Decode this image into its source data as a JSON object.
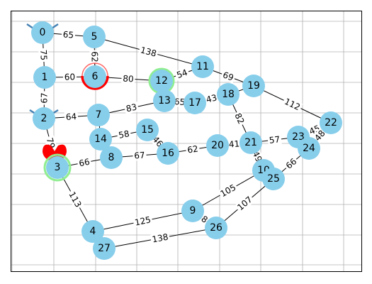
{
  "colors": {
    "node": "#87ceeb",
    "edge": "#000000",
    "grid": "#b0b0b0",
    "start_marker": "#ff0000",
    "goal_marker": "#90ee90",
    "agent_marker": "#4682b4"
  },
  "graph": {
    "nodes": [
      {
        "id": "0",
        "label": "0"
      },
      {
        "id": "1",
        "label": "1"
      },
      {
        "id": "2",
        "label": "2"
      },
      {
        "id": "3",
        "label": "3"
      },
      {
        "id": "4",
        "label": "4"
      },
      {
        "id": "5",
        "label": "5"
      },
      {
        "id": "6",
        "label": "6"
      },
      {
        "id": "7",
        "label": "7"
      },
      {
        "id": "8",
        "label": "8"
      },
      {
        "id": "9",
        "label": "9"
      },
      {
        "id": "10",
        "label": "10"
      },
      {
        "id": "11",
        "label": "11"
      },
      {
        "id": "12",
        "label": "12"
      },
      {
        "id": "13",
        "label": "13"
      },
      {
        "id": "14",
        "label": "14"
      },
      {
        "id": "15",
        "label": "15"
      },
      {
        "id": "16",
        "label": "16"
      },
      {
        "id": "17",
        "label": "17"
      },
      {
        "id": "18",
        "label": "18"
      },
      {
        "id": "19",
        "label": "19"
      },
      {
        "id": "20",
        "label": "20"
      },
      {
        "id": "21",
        "label": "21"
      },
      {
        "id": "22",
        "label": "22"
      },
      {
        "id": "23",
        "label": "23"
      },
      {
        "id": "24",
        "label": "24"
      },
      {
        "id": "25",
        "label": "25"
      },
      {
        "id": "26",
        "label": "26"
      },
      {
        "id": "27",
        "label": "27"
      }
    ],
    "edges": [
      {
        "from": "0",
        "to": "5",
        "weight": "65"
      },
      {
        "from": "0",
        "to": "1",
        "weight": "75"
      },
      {
        "from": "5",
        "to": "6",
        "weight": "62"
      },
      {
        "from": "5",
        "to": "11",
        "weight": "138"
      },
      {
        "from": "1",
        "to": "6",
        "weight": "60"
      },
      {
        "from": "1",
        "to": "2",
        "weight": "67"
      },
      {
        "from": "6",
        "to": "12",
        "weight": "80"
      },
      {
        "from": "12",
        "to": "11",
        "weight": "54"
      },
      {
        "from": "11",
        "to": "19",
        "weight": "69"
      },
      {
        "from": "18",
        "to": "19",
        "weight": ""
      },
      {
        "from": "19",
        "to": "22",
        "weight": "112"
      },
      {
        "from": "2",
        "to": "7",
        "weight": "64"
      },
      {
        "from": "7",
        "to": "13",
        "weight": "83"
      },
      {
        "from": "13",
        "to": "17",
        "weight": "65"
      },
      {
        "from": "17",
        "to": "18",
        "weight": "43"
      },
      {
        "from": "18",
        "to": "21",
        "weight": "82"
      },
      {
        "from": "2",
        "to": "3",
        "weight": "79"
      },
      {
        "from": "7",
        "to": "14",
        "weight": ""
      },
      {
        "from": "14",
        "to": "15",
        "weight": "58"
      },
      {
        "from": "15",
        "to": "16",
        "weight": "46"
      },
      {
        "from": "3",
        "to": "8",
        "weight": "66"
      },
      {
        "from": "8",
        "to": "16",
        "weight": "67"
      },
      {
        "from": "16",
        "to": "20",
        "weight": "62"
      },
      {
        "from": "20",
        "to": "21",
        "weight": "41"
      },
      {
        "from": "21",
        "to": "23",
        "weight": "57"
      },
      {
        "from": "23",
        "to": "22",
        "weight": "45"
      },
      {
        "from": "22",
        "to": "24",
        "weight": "48"
      },
      {
        "from": "21",
        "to": "10",
        "weight": "49"
      },
      {
        "from": "24",
        "to": "25",
        "weight": "66"
      },
      {
        "from": "3",
        "to": "4",
        "weight": "113"
      },
      {
        "from": "4",
        "to": "9",
        "weight": "125"
      },
      {
        "from": "9",
        "to": "10",
        "weight": "105"
      },
      {
        "from": "9",
        "to": "26",
        "weight": "8"
      },
      {
        "from": "25",
        "to": "26",
        "weight": "107"
      },
      {
        "from": "27",
        "to": "26",
        "weight": "138"
      }
    ]
  }
}
